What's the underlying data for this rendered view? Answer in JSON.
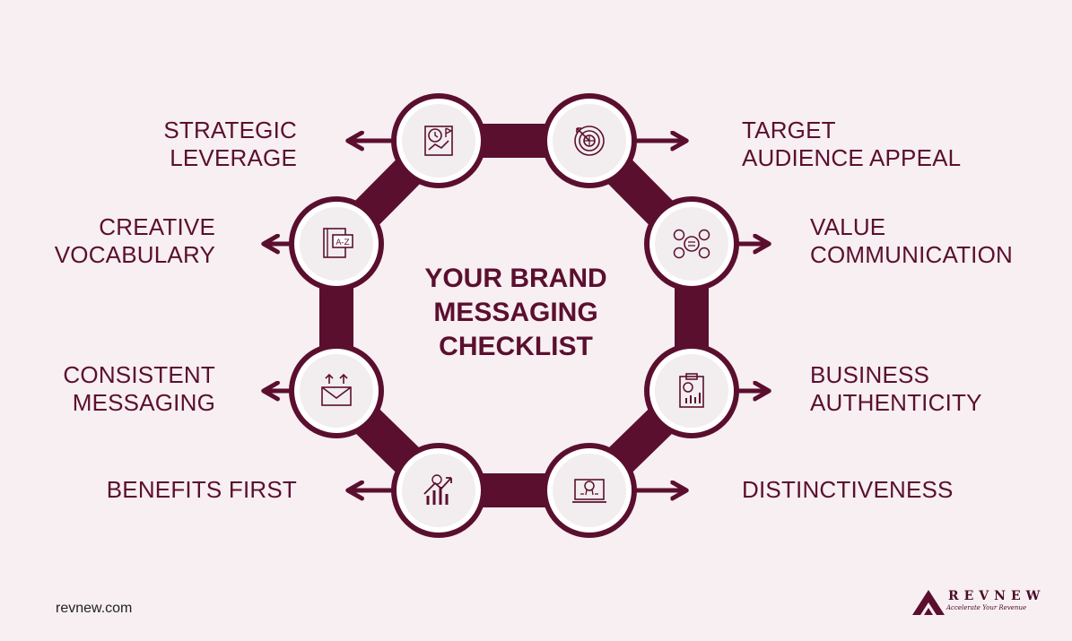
{
  "title": {
    "lines": [
      "YOUR BRAND",
      "MESSAGING",
      "CHECKLIST"
    ]
  },
  "items": [
    {
      "lines": [
        "STRATEGIC",
        "LEVERAGE"
      ],
      "icon": "strategy-chart-icon"
    },
    {
      "lines": [
        "TARGET",
        "AUDIENCE APPEAL"
      ],
      "icon": "target-globe-icon"
    },
    {
      "lines": [
        "VALUE",
        "COMMUNICATION"
      ],
      "icon": "people-network-icon"
    },
    {
      "lines": [
        "BUSINESS",
        "AUTHENTICITY"
      ],
      "icon": "clipboard-chart-icon"
    },
    {
      "lines": [
        "DISTINCTIVENESS"
      ],
      "icon": "certificate-laptop-icon"
    },
    {
      "lines": [
        "BENEFITS FIRST"
      ],
      "icon": "growth-chart-icon"
    },
    {
      "lines": [
        "CONSISTENT",
        "MESSAGING"
      ],
      "icon": "envelope-upload-icon"
    },
    {
      "lines": [
        "CREATIVE",
        "VOCABULARY"
      ],
      "icon": "dictionary-az-icon"
    }
  ],
  "footer": {
    "url": "revnew.com"
  },
  "logo": {
    "name": "REVNEW",
    "tagline": "Accelerate Your Revenue"
  },
  "colors": {
    "primary": "#5b0f2f",
    "background": "#f7eff1",
    "node_fill": "#f2edee"
  }
}
